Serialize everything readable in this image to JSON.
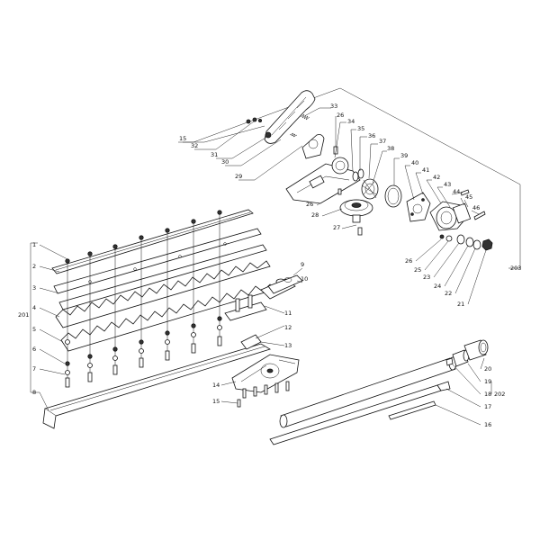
{
  "labels": {
    "upper_left": [
      "15",
      "32",
      "31",
      "30",
      "29"
    ],
    "handle_top": [
      "33"
    ],
    "gear_sequence": [
      "26",
      "34",
      "35",
      "36",
      "37",
      "38",
      "39",
      "40",
      "41",
      "42",
      "43",
      "44",
      "45",
      "46"
    ],
    "gear_lower": [
      "26",
      "28",
      "27"
    ],
    "gear_bottom": [
      "26",
      "25",
      "23",
      "24",
      "22",
      "21"
    ],
    "assembly_right": "203",
    "blade_left": [
      "1",
      "2",
      "3",
      "4",
      "5",
      "6",
      "7",
      "8"
    ],
    "blade_group": "201",
    "blade_right": [
      "9",
      "10",
      "11",
      "12",
      "13",
      "14",
      "15"
    ],
    "shaft": [
      "20",
      "19",
      "18",
      "17",
      "16"
    ],
    "shaft_group": "202"
  }
}
